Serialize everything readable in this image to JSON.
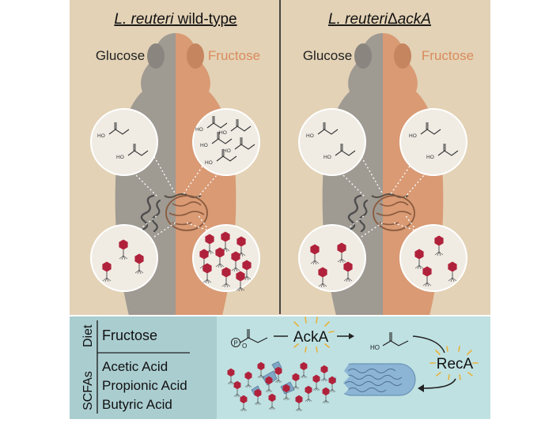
{
  "panels": {
    "left": {
      "title_italic": "L. reuteri",
      "title_rest": " wild-type",
      "left_label": "Glucose",
      "right_label": "Fructose"
    },
    "right": {
      "title_italic": "L. reuteri",
      "title_delta": "Δ",
      "title_gene": "ackA",
      "left_label": "Glucose",
      "right_label": "Fructose"
    }
  },
  "molecule": {
    "hydroxyl": "HO"
  },
  "bottom": {
    "diet_tag": "Diet",
    "diet_value": "Fructose",
    "scfa_tag": "SCFAs",
    "scfa_items": [
      "Acetic Acid",
      "Propionic Acid",
      "Butyric Acid"
    ],
    "phosphate": "P",
    "enzyme_ack": "AckA",
    "hydroxyl": "HO",
    "enzyme_rec": "RecA"
  },
  "colors": {
    "background": "#e3d2b6",
    "mouse_glucose": "#9f9a92",
    "mouse_fructose": "#d99a74",
    "bottom_panel": "#bfe1e2",
    "bottom_left": "#aacdd0",
    "spark": "#e9b23a",
    "bacterium": "#8cb5d5",
    "phage_head": "#b0223b"
  }
}
